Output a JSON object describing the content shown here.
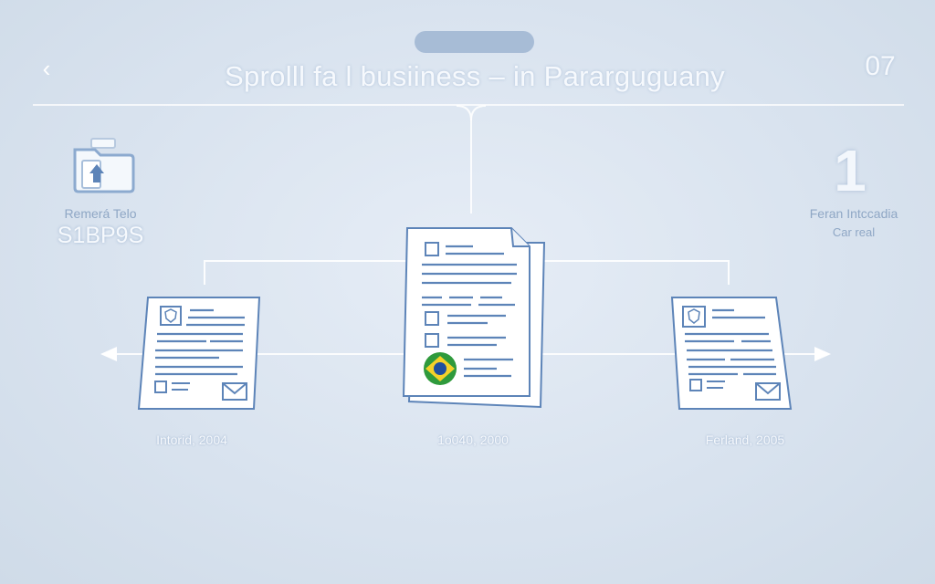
{
  "header": {
    "title": "Sprolll fa l busiiness – in Pararguguany",
    "page_number": "07",
    "back_symbol": "‹"
  },
  "left_panel": {
    "icon": "folder-upload-icon",
    "label": "Remerá Telo",
    "value": "S1BP9S"
  },
  "right_panel": {
    "number": "1",
    "label": "Feran Intccadia",
    "sub_label": "Car real"
  },
  "documents": [
    {
      "date": "Intorid, 2004",
      "icon": "shield-seal-icon"
    },
    {
      "date": "1o040, 2000",
      "icon": "brazil-flag-seal-icon"
    },
    {
      "date": "Ferland, 2005",
      "icon": "shield-seal-icon"
    }
  ],
  "colors": {
    "background": "#dbe4ef",
    "accent_pill": "#a7bcd6",
    "line_blue": "#5d84b8",
    "doc_outline": "#5d84b8"
  }
}
